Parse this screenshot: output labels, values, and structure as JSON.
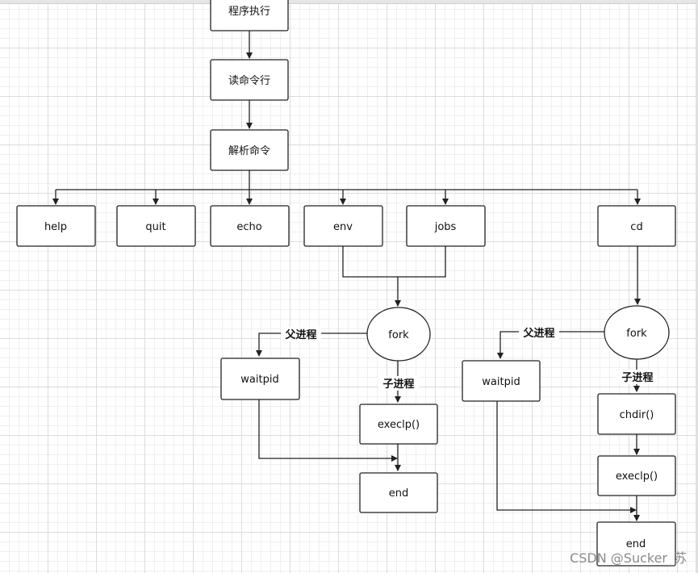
{
  "nodes": {
    "program_exec": "程序执行",
    "read_cmd": "读命令行",
    "parse_cmd": "解析命令",
    "help": "help",
    "quit": "quit",
    "echo": "echo",
    "env": "env",
    "jobs": "jobs",
    "cd": "cd",
    "fork_left": "fork",
    "fork_right": "fork",
    "waitpid_left": "waitpid",
    "waitpid_right": "waitpid",
    "execlp_left": "execlp()",
    "chdir": "chdir()",
    "execlp_right": "execlp()",
    "end_left": "end",
    "end_right": "end"
  },
  "edge_labels": {
    "parent_left": "父进程",
    "child_left": "子进程",
    "parent_right": "父进程",
    "child_right": "子进程"
  },
  "watermark": "CSDN @Sucker_苏"
}
